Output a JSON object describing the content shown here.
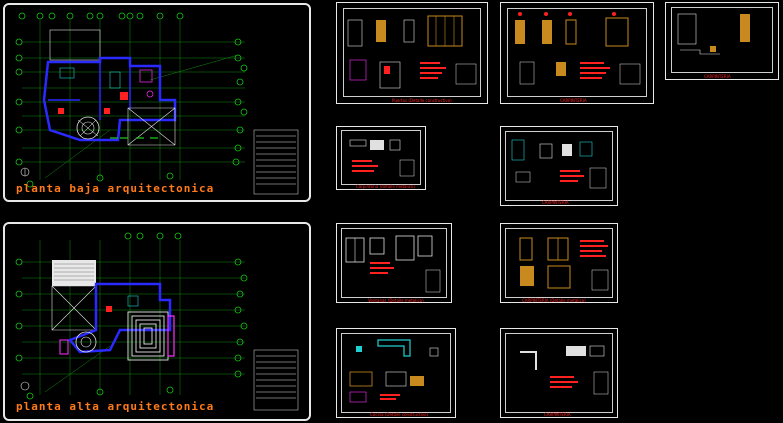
{
  "colors": {
    "background": "#000000",
    "sheet_border": "#e8e8e8",
    "title_orange": "#ff7a1a",
    "caption_red": "#ff2020",
    "wall_blue": "#2a2aff",
    "grid_green": "#18c818",
    "furniture_cyan": "#20d0d0",
    "accent_magenta": "#ff30ff",
    "door_wood": "#c88a1e"
  },
  "sheets": {
    "plan_ground": {
      "title": "planta baja arquitectonica"
    },
    "plan_upper": {
      "title": "planta alta arquitectonica"
    },
    "detail_1": {
      "caption": "Puertas (Detalle constructivo)"
    },
    "detail_2": {
      "caption": "CARPINTERIA"
    },
    "detail_3": {
      "caption": "CARPINTERIA"
    },
    "detail_4": {
      "caption": "Carpinteria (detalle metalico)"
    },
    "detail_5": {
      "caption": "CARPINTERIA"
    },
    "detail_6": {
      "caption": "Ventanas (Detalle metalico)"
    },
    "detail_7": {
      "caption": "CARPINTERIA (Detalle metalico)"
    },
    "detail_8": {
      "caption": "Cocina (Detalle constructivo)"
    },
    "detail_9": {
      "caption": "CARPINTERIA"
    }
  }
}
